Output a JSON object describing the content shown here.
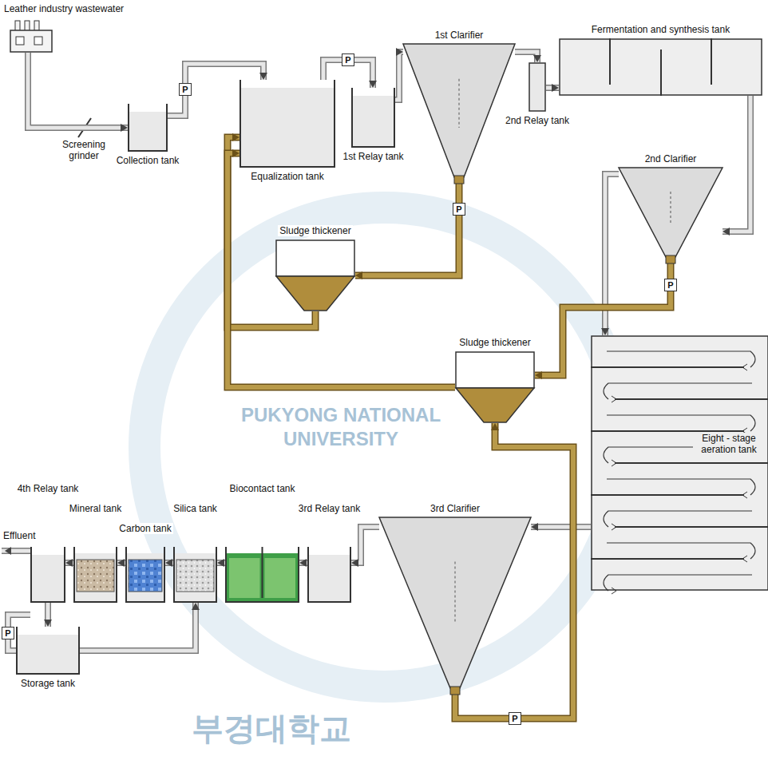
{
  "diagram": {
    "nodes": [
      {
        "text": [
          "Leather industry wastewater"
        ]
      },
      {
        "text": [
          "Collection tank"
        ]
      },
      {
        "text": [
          "Equalization tank"
        ]
      },
      {
        "text": [
          "1st Relay tank"
        ]
      },
      {
        "text": [
          "1st Clarifier"
        ]
      },
      {
        "text": [
          "Fermentation and synthesis tank"
        ]
      },
      {
        "text": [
          "2nd Relay tank"
        ]
      },
      {
        "text": [
          "2nd Clarifier"
        ]
      },
      {
        "text": [
          "Sludge thickener"
        ]
      },
      {
        "text": [
          "Sludge thickener"
        ]
      },
      {
        "text": [
          "Eight - stage aeration tank"
        ]
      },
      {
        "text": [
          "3rd Clarifier"
        ]
      },
      {
        "text": [
          "3rd Relay tank"
        ]
      },
      {
        "text": [
          "Biocontact tank"
        ]
      },
      {
        "text": [
          "Silica tank"
        ]
      },
      {
        "text": [
          "Carbon tank"
        ]
      },
      {
        "text": [
          "Mineral tank"
        ]
      },
      {
        "text": [
          "4th Relay tank"
        ]
      },
      {
        "text": [
          "Storage tank"
        ]
      }
    ],
    "edges": [
      {
        "from": 0,
        "to": 1,
        "arrow": "to"
      },
      {
        "from": 1,
        "to": 2,
        "arrow": "to"
      },
      {
        "from": 2,
        "to": 3,
        "arrow": "to"
      },
      {
        "from": 3,
        "to": 4,
        "arrow": "to"
      },
      {
        "from": 4,
        "to": 6,
        "arrow": "to"
      },
      {
        "from": 6,
        "to": 5,
        "arrow": "to"
      },
      {
        "from": 5,
        "to": 7,
        "arrow": "to"
      },
      {
        "from": 7,
        "to": 10,
        "arrow": "to"
      },
      {
        "from": 10,
        "to": 11,
        "arrow": "to"
      },
      {
        "from": 11,
        "to": 12,
        "arrow": "to"
      },
      {
        "from": 12,
        "to": 13,
        "arrow": "to"
      },
      {
        "from": 13,
        "to": 14,
        "arrow": "to"
      },
      {
        "from": 14,
        "to": 15,
        "arrow": "to"
      },
      {
        "from": 15,
        "to": 16,
        "arrow": "to"
      },
      {
        "from": 16,
        "to": 17,
        "arrow": "to"
      },
      {
        "from": 17,
        "to": 18,
        "arrow": "to"
      },
      {
        "from": 18,
        "to": 14,
        "arrow": "to"
      },
      {
        "from": 4,
        "to": 8,
        "arrow": "to"
      },
      {
        "from": 8,
        "to": 2,
        "arrow": "to"
      },
      {
        "from": 7,
        "to": 9,
        "arrow": "to"
      },
      {
        "from": 11,
        "to": 9,
        "arrow": "to"
      },
      {
        "from": 9,
        "to": 2,
        "arrow": "to"
      }
    ],
    "labels": [
      "Screening grinder",
      "Effluent",
      "P",
      "P",
      "P",
      "P",
      "P",
      "P",
      "PUKYONG NATIONAL UNIVERSITY",
      "부경대학교"
    ]
  }
}
